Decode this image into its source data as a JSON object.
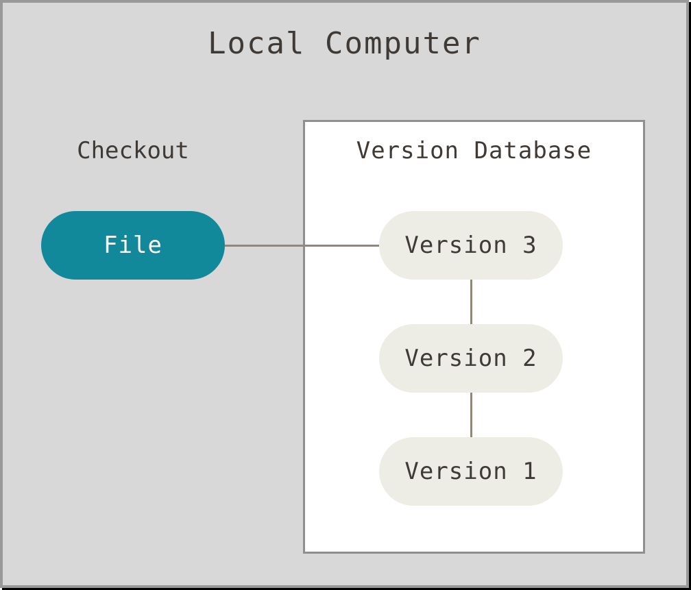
{
  "diagram": {
    "title": "Local Computer",
    "checkout": {
      "label": "Checkout"
    },
    "file_node": {
      "label": "File"
    },
    "version_database": {
      "title": "Version Database",
      "versions": [
        {
          "label": "Version 3"
        },
        {
          "label": "Version 2"
        },
        {
          "label": "Version 1"
        }
      ]
    },
    "colors": {
      "canvas_background": "#d8d8d8",
      "frame_border": "#999999",
      "frame_edge": "#000000",
      "box_background": "#ffffff",
      "box_border": "#8f8f8f",
      "file_node_fill": "#11899a",
      "file_node_text": "#ffffff",
      "version_node_fill": "#eeede5",
      "text": "#3f3a36",
      "connector": "#8f897b"
    }
  }
}
